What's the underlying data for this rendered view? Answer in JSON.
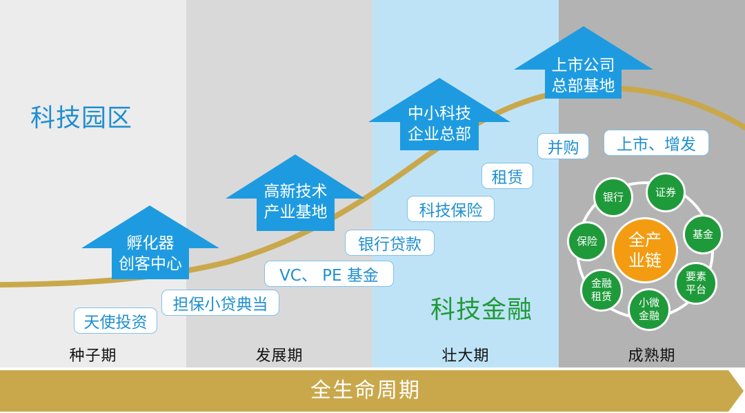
{
  "stages": [
    "种子期",
    "发展期",
    "壮大期",
    "成熟期"
  ],
  "park_label": "科技园区",
  "finance_label": "科技金融",
  "lifecycle_label": "全生命周期",
  "arrows": [
    {
      "line1": "孵化器",
      "line2": "创客中心"
    },
    {
      "line1": "高新技术",
      "line2": "产业基地"
    },
    {
      "line1": "中小科技",
      "line2": "企业总部"
    },
    {
      "line1": "上市公司",
      "line2": "总部基地"
    }
  ],
  "finance_tags": {
    "angel": "天使投资",
    "guarantee": "担保小贷典当",
    "vcpe": "VC、 PE 基金",
    "bank_loan": "银行贷款",
    "insurance": "科技保险",
    "leasing": "租赁",
    "mna": "并购",
    "ipo": "上市、增发"
  },
  "hub": {
    "line1": "全产",
    "line2": "业链"
  },
  "ring_nodes": {
    "bank": "银行",
    "securities": "证券",
    "fund": "基金",
    "factor_l1": "要素",
    "factor_l2": "平台",
    "micro_l1": "小微",
    "micro_l2": "金融",
    "fin_lease_l1": "金融",
    "fin_lease_l2": "租赁",
    "insure": "保险"
  },
  "colors": {
    "curve": "#c9a84c",
    "arrow": "#1e9be0",
    "node": "#1f9a3a",
    "hub": "#f39c12",
    "bar": "#c9a84c",
    "park_text": "#1e8fd1",
    "finance_text": "#1f9a3a"
  }
}
